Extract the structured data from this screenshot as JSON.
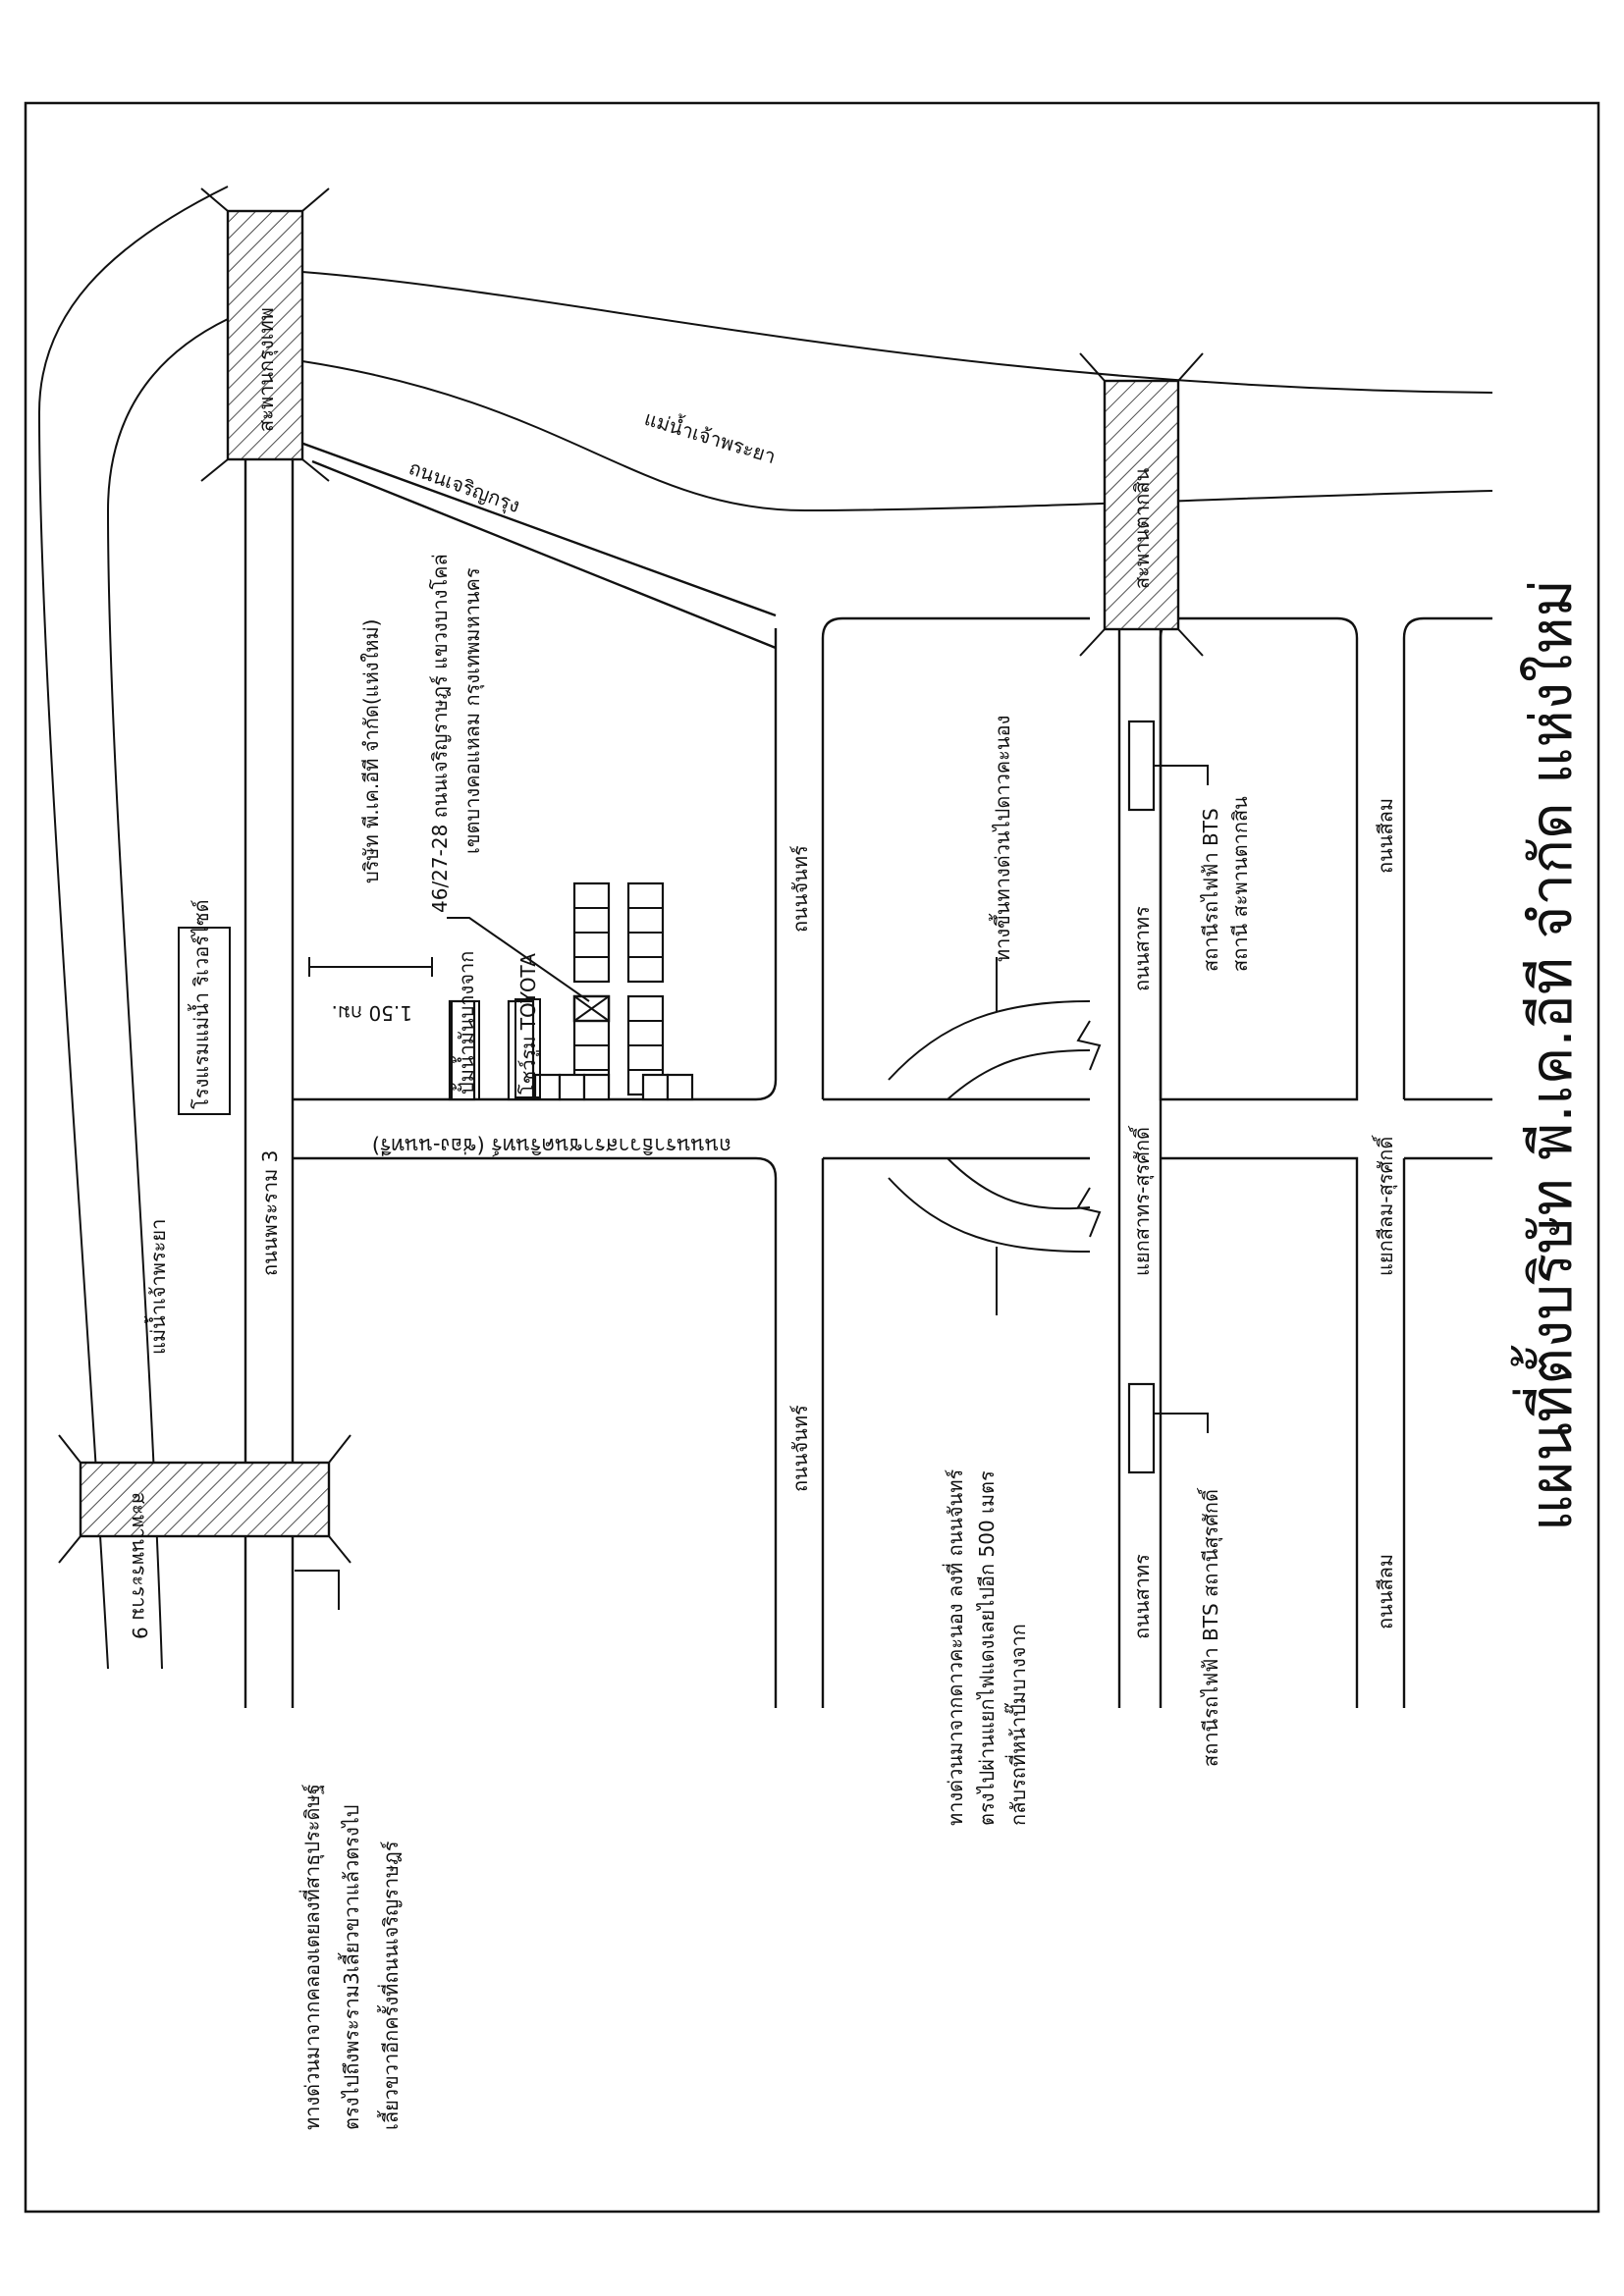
{
  "title": "แผนที่ตั้งบริษัท พี.เค.อีที จำกัด แห่งใหม่",
  "company": {
    "name": "บริษัท พี.เค.อีที จำกัด(แห่งใหม่)",
    "address": "46/27-28 ถนนเจริญราษฎร์ แขวงบางโคล่",
    "district": "เขตบางคอแหลม กรุงเทพมหานคร"
  },
  "labels": {
    "bridge_krungthep": "สะพานกรุงเทพ",
    "bridge_taksin": "สะพานตากสิน",
    "bridge_rama9": "สะพานพระราม 9",
    "river_top": "แม่น้ำเจ้าพระยา",
    "river_left": "แม่น้ำเจ้าพระยา",
    "road_charoen_krung": "ถนนเจริญกรุง",
    "road_rama3": "ถนนพระราม 3",
    "road_chan_top": "ถนนจันทร์",
    "road_chan_bottom": "ถนนจันทร์",
    "road_sathorn_top": "ถนนสาทร",
    "road_sathorn_bottom": "ถนนสาทร",
    "road_silom_top": "ถนนสีลม",
    "road_silom_bottom": "ถนนสีลม",
    "road_narathiwat": "ถนนนราธิวาสราชนครินทร์ (ช่อง-นนทรี)",
    "junction_sathorn": "แยกสาทร-สุรศักดิ์",
    "junction_silom": "แยกสีลม-สุรศักดิ์",
    "expressway_exit": "ทางขึ้นทางด่วนไปดาวคะนอง",
    "distance": "1.50 กม.",
    "showroom": "โชว์รูม TOYOTA",
    "shop": "ปั้มน้ำมันบางจาก",
    "riverside": "โรงแรมแม่น้ำ ริเวอร์ไซด์",
    "bts_taksin_1": "สถานีรถไฟฟ้า BTS",
    "bts_taksin_2": "สถานี สะพานตากสิน",
    "bts_surasak": "สถานีรถไฟฟ้า BTS สถานีสุรศักดิ์"
  },
  "directions": {
    "expressway": [
      "ทางด่วนมาจากดาวคะนอง ลงที่ ถนนจันทร์",
      "ตรงไปผ่านแยกไฟแดงเลยไปอีก 500 เมตร",
      "กลับรถที่หน้าปั๊มบางจาก"
    ],
    "rama9": [
      "ทางด่วนมาจากคลองเตยลงที่สาธุประดิษฐ์",
      "ตรงไปถึงพระราม3เลี้ยวขวาแล้วตรงไป",
      "เลี้ยวขวาอีกครั้งที่ถนนเจริญราษฎร์"
    ]
  }
}
